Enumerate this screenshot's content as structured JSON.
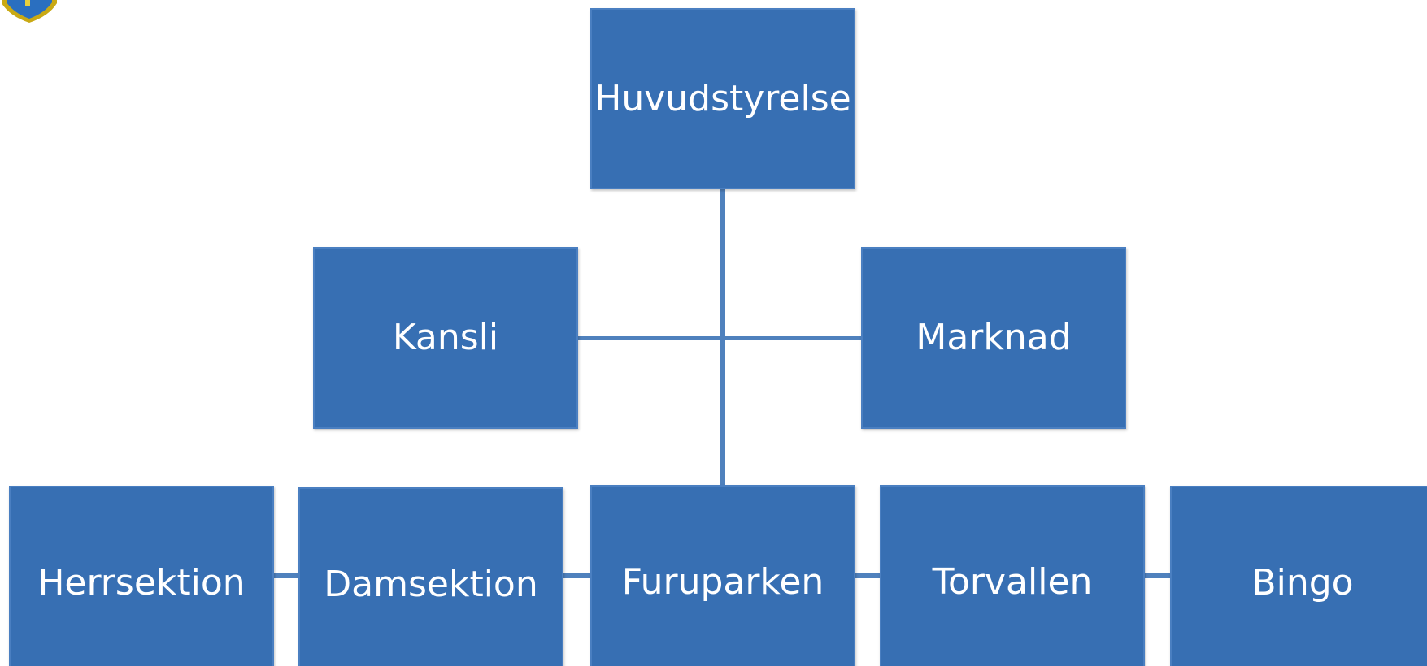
{
  "org_chart": {
    "root": {
      "label": "Huvudstyrelse"
    },
    "staff": [
      {
        "label": "Kansli"
      },
      {
        "label": "Marknad"
      }
    ],
    "sections": [
      {
        "label": "Herrsektion"
      },
      {
        "label": "Damsektion"
      },
      {
        "label": "Furuparken"
      },
      {
        "label": "Torvallen"
      },
      {
        "label": "Bingo"
      }
    ]
  },
  "colors": {
    "box_fill": "#376fb3",
    "connector": "#4f81bd",
    "logo_shield": "#2a6fc0",
    "logo_trim": "#c9a914"
  },
  "icons": {
    "logo": "club-crest-icon"
  }
}
